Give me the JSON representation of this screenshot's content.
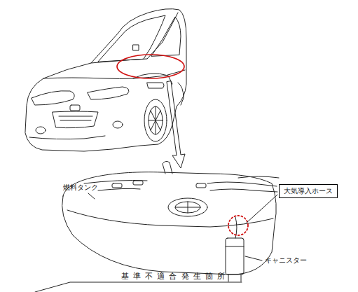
{
  "diagram": {
    "caption": "基準不適合発生箇所",
    "nodes": [
      {
        "text": [
          "大気導入ホース"
        ]
      }
    ],
    "labels": [
      "燃料タンク",
      "キャニスター"
    ]
  }
}
